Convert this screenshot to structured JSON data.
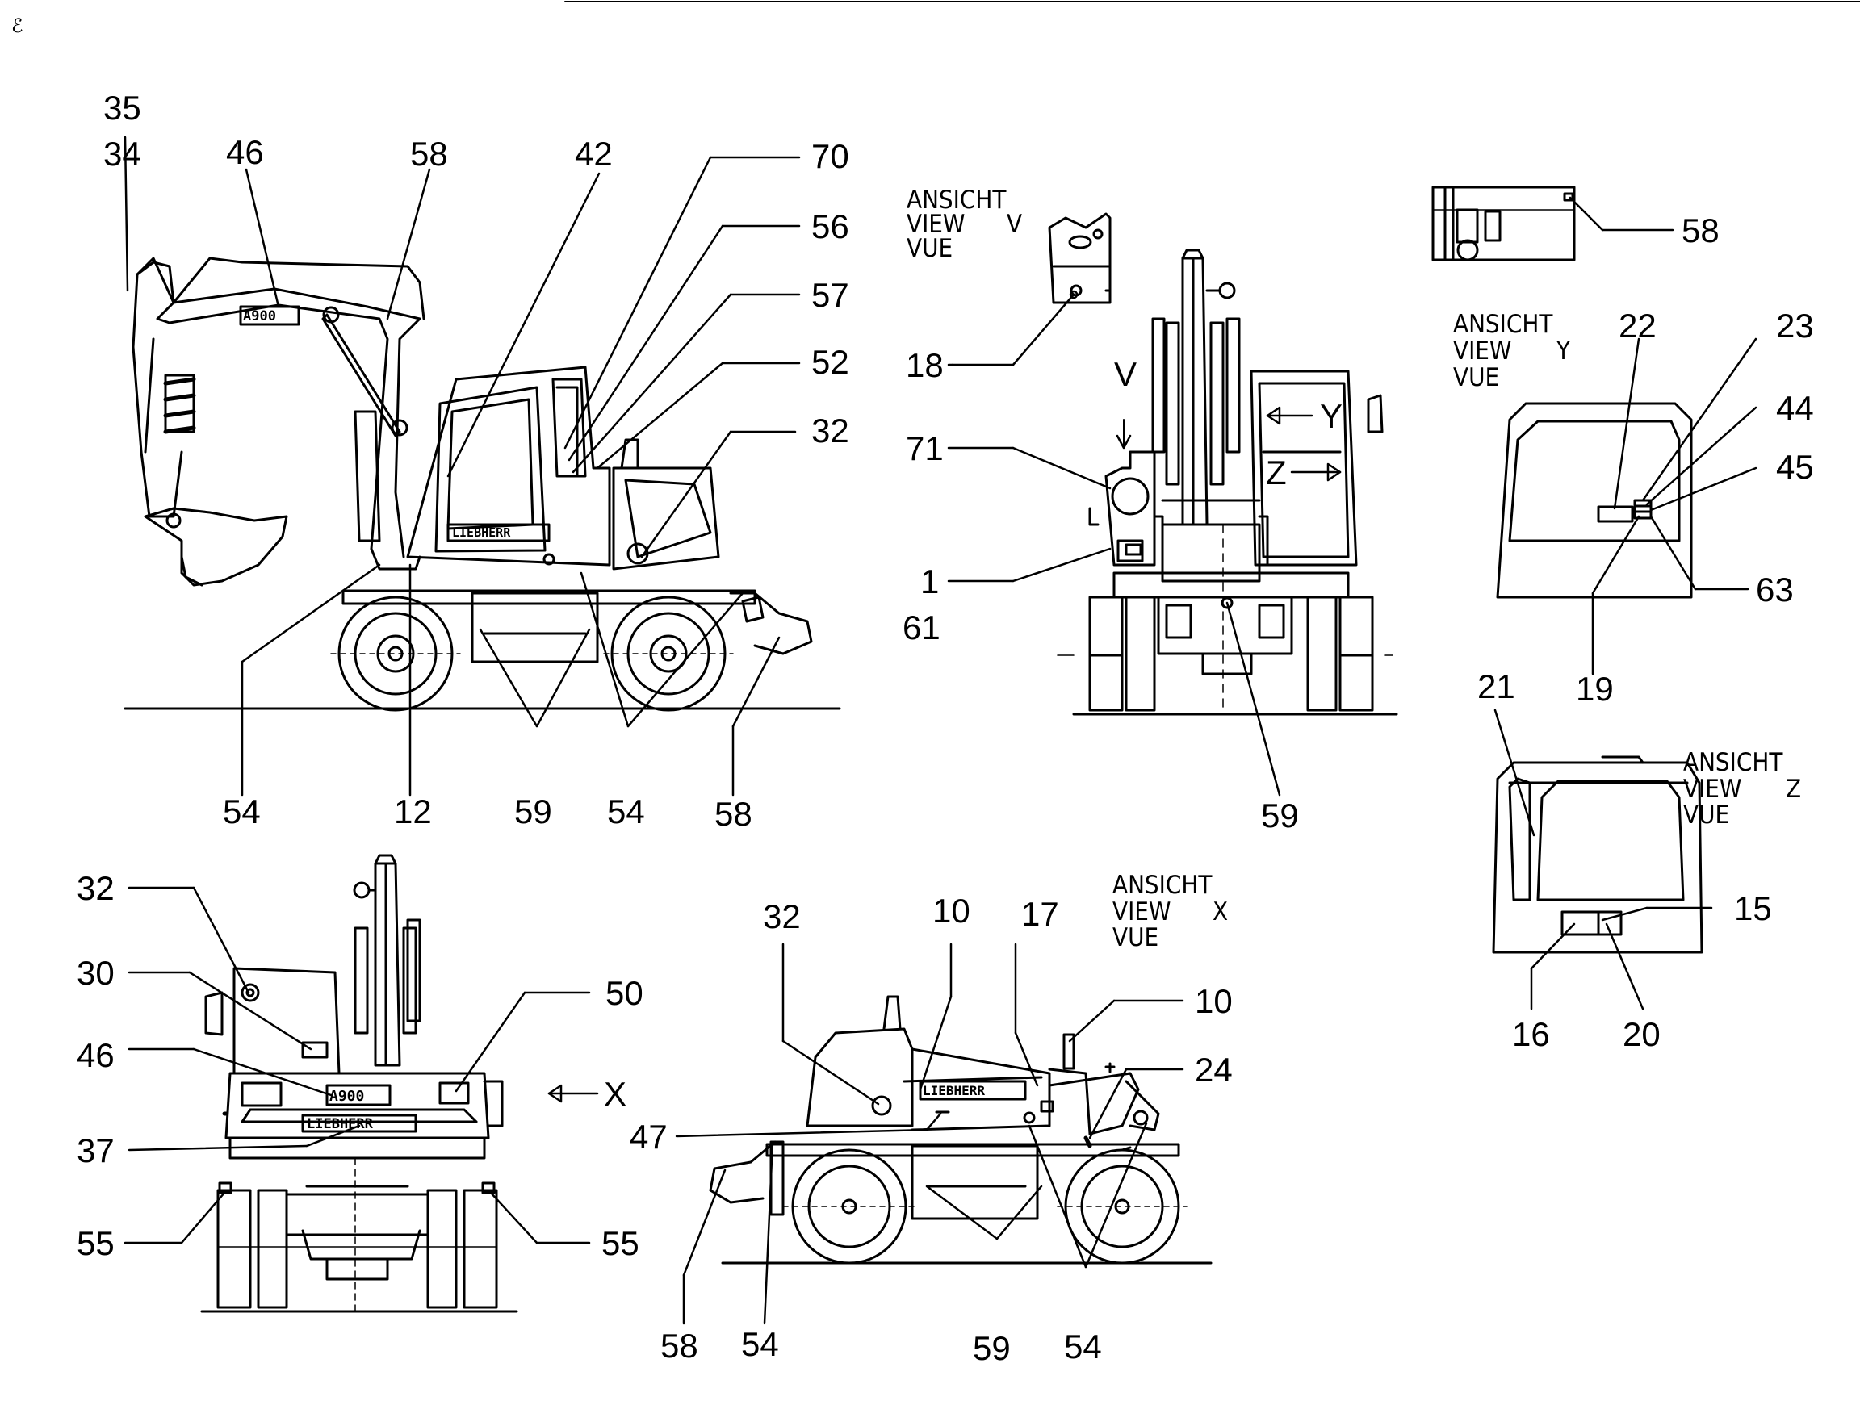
{
  "views": {
    "v": {
      "line1": "ANSICHT",
      "line2": "VIEW",
      "line3": "VUE",
      "letter": "V"
    },
    "y": {
      "line1": "ANSICHT",
      "line2": "VIEW",
      "line3": "VUE",
      "letter": "Y"
    },
    "z": {
      "line1": "ANSICHT",
      "line2": "VIEW",
      "line3": "VUE",
      "letter": "Z"
    },
    "x": {
      "line1": "ANSICHT",
      "line2": "VIEW",
      "line3": "VUE",
      "letter": "X"
    }
  },
  "arrows": {
    "v": "V",
    "y": "Y",
    "z": "Z",
    "x": "X"
  },
  "callouts": {
    "side_view": [
      "35",
      "34",
      "46",
      "58",
      "42",
      "70",
      "56",
      "57",
      "52",
      "32",
      "54",
      "12",
      "59",
      "54",
      "58"
    ],
    "front_view": [
      "18",
      "71",
      "1",
      "61",
      "59"
    ],
    "top_detail": [
      "58"
    ],
    "cab_y": [
      "22",
      "23",
      "44",
      "45",
      "63",
      "19"
    ],
    "cab_z": [
      "21",
      "15",
      "16",
      "20"
    ],
    "rear_view": [
      "32",
      "30",
      "46",
      "37",
      "55",
      "50",
      "55"
    ],
    "view_x": [
      "32",
      "10",
      "17",
      "10",
      "24",
      "47",
      "58",
      "54",
      "59",
      "54"
    ]
  },
  "logos": {
    "machine": "LIEBHERR",
    "boom": "A900"
  },
  "corner_mark": "ℰ"
}
